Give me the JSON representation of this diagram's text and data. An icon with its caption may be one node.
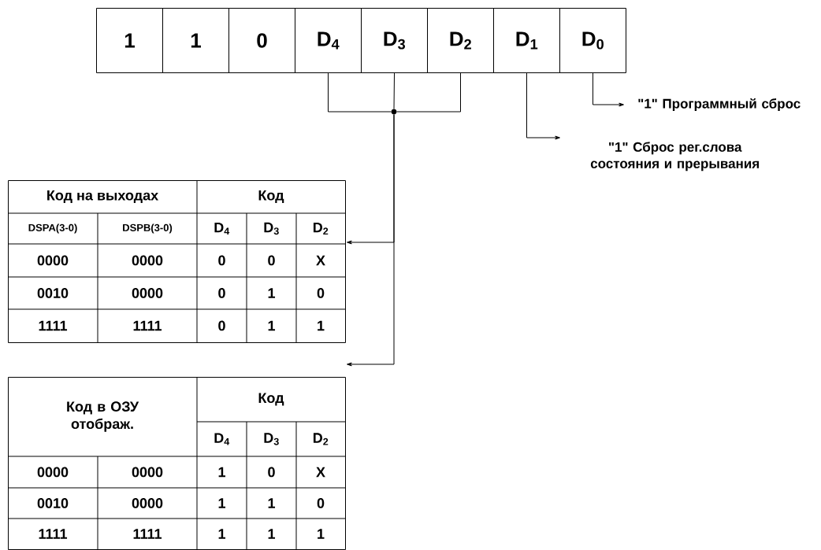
{
  "diagram": {
    "nodes": [
      {
        "text": [
          "1"
        ]
      },
      {
        "text": [
          "1"
        ]
      },
      {
        "text": [
          "0"
        ]
      },
      {
        "text": [
          "D$_{4}$"
        ]
      },
      {
        "text": [
          "D$_{3}$"
        ]
      },
      {
        "text": [
          "D$_{2}$"
        ]
      },
      {
        "text": [
          "D$_{1}$"
        ]
      },
      {
        "text": [
          "D$_{0}$"
        ]
      },
      {
        "text": [
          "\"1\" Программный сброс"
        ]
      },
      {
        "text": [
          "\"1\" Сброс рег.слова состояния и прерывания"
        ]
      },
      {
        "text": [],
        "shape": "circle"
      },
      {
        "text": [],
        "shape": "box"
      },
      {
        "text": [],
        "shape": "box"
      }
    ],
    "edges": [
      {
        "from": 3,
        "to": 10,
        "arrow": "none"
      },
      {
        "from": 4,
        "to": 10,
        "arrow": "none"
      },
      {
        "from": 5,
        "to": 10,
        "arrow": "none"
      },
      {
        "from": 10,
        "to": 11,
        "arrow": "to"
      },
      {
        "from": 10,
        "to": 12,
        "arrow": "to"
      },
      {
        "from": 6,
        "to": 9,
        "arrow": "to"
      },
      {
        "from": 7,
        "to": 8,
        "arrow": "to"
      }
    ],
    "labels": [
      "Код на выходах",
      "Код",
      "DSPA(3-0)",
      "DSPB(3-0)",
      "D$_{4}$",
      "D$_{3}$",
      "D$_{2}$",
      "0000",
      "0000",
      "0",
      "0",
      "X",
      "0010",
      "0000",
      "0",
      "1",
      "0",
      "1111",
      "1111",
      "0",
      "1",
      "1",
      "Код в ОЗУ отображ.",
      "Код",
      "D$_{4}$",
      "D$_{3}$",
      "D$_{2}$",
      "0000",
      "0000",
      "1",
      "0",
      "X",
      "0010",
      "0000",
      "1",
      "1",
      "0",
      "1111",
      "1111",
      "1",
      "1",
      "1"
    ]
  }
}
